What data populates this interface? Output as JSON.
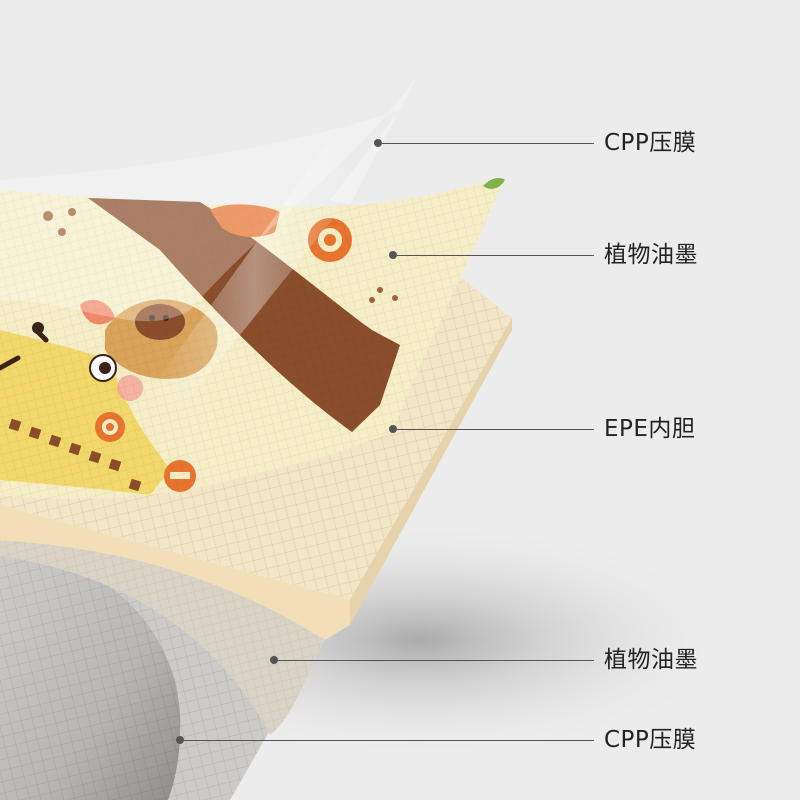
{
  "layers": [
    {
      "id": "cpp-top",
      "label": "CPP压膜"
    },
    {
      "id": "ink-top",
      "label": "植物油墨"
    },
    {
      "id": "epe-core",
      "label": "EPE内胆"
    },
    {
      "id": "ink-bottom",
      "label": "植物油墨"
    },
    {
      "id": "cpp-bottom",
      "label": "CPP压膜"
    }
  ],
  "colors": {
    "background": "#ececec",
    "cream_print": "#f5edc6",
    "brown_trunk": "#8a4e2c",
    "foam_core": "#f3e6c7",
    "foam_texture": "#e2d9c4",
    "cpp_film": "#d4d2cf",
    "giraffe_yellow": "#f2d86a",
    "giraffe_head": "#d9a35a",
    "accent_orange": "#e8742f",
    "callout_line": "#555555",
    "label_text": "#222222"
  }
}
